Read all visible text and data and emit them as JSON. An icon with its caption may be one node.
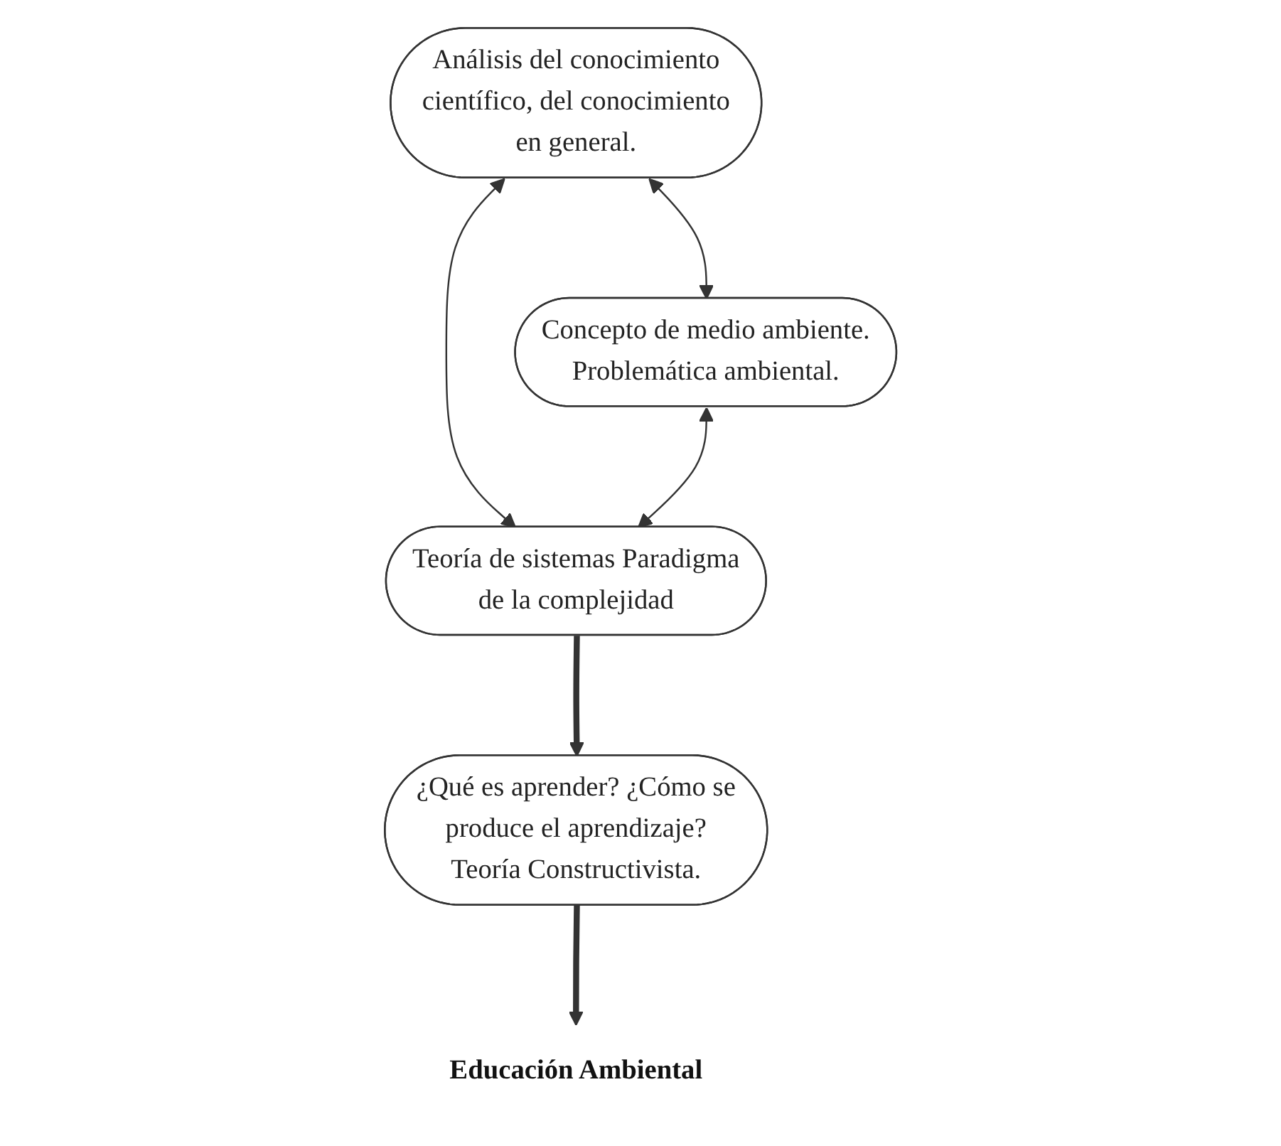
{
  "diagram": {
    "nodes": [
      {
        "text": [
          "Análisis del conocimiento científico, del conocimiento en general."
        ]
      },
      {
        "text": [
          "Concepto de medio ambiente. Problemática ambiental."
        ]
      },
      {
        "text": [
          "Teoría de sistemas Paradigma de la complejidad"
        ]
      },
      {
        "text": [
          "¿Qué es aprender? ¿Cómo se produce el aprendizaje? Teoría Constructivista."
        ]
      },
      {
        "text": [
          "Educación Ambiental"
        ]
      }
    ],
    "edges": [
      {
        "from": 0,
        "to": 1,
        "arrow": "both"
      },
      {
        "from": 0,
        "to": 2,
        "arrow": "both"
      },
      {
        "from": 1,
        "to": 2,
        "arrow": "both"
      },
      {
        "from": 2,
        "to": 3,
        "arrow": "to",
        "style": "thick"
      },
      {
        "from": 3,
        "to": 4,
        "arrow": "to",
        "style": "thick"
      }
    ]
  }
}
